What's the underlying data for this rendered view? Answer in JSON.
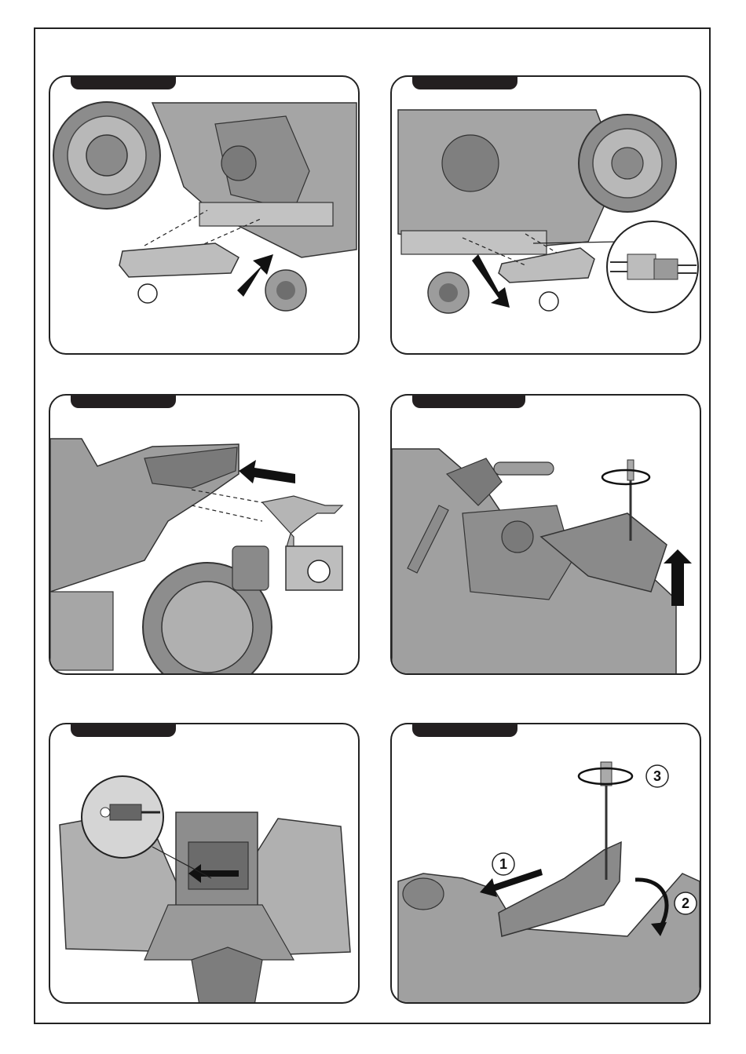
{
  "colors": {
    "frame": "#222222",
    "tab": "#231f20",
    "art_base": "#9a9a9a",
    "art_dark": "#5c5c5c",
    "art_light": "#c9c9c9",
    "arrow": "#111111"
  },
  "panels": [
    {
      "id": "step-1",
      "tab_label": "",
      "callouts": []
    },
    {
      "id": "step-2",
      "tab_label": "",
      "callouts": []
    },
    {
      "id": "step-3",
      "tab_label": "",
      "callouts": []
    },
    {
      "id": "step-4",
      "tab_label": "",
      "callouts": []
    },
    {
      "id": "step-5",
      "tab_label": "",
      "callouts": []
    },
    {
      "id": "step-6",
      "tab_label": "",
      "callouts": [
        "1",
        "2",
        "3"
      ]
    }
  ],
  "icons": [
    "footrest-icon",
    "arrow-icon",
    "wheel-icon",
    "connector-icon",
    "screwdriver-icon",
    "rotate-icon",
    "battery-connector-icon"
  ]
}
